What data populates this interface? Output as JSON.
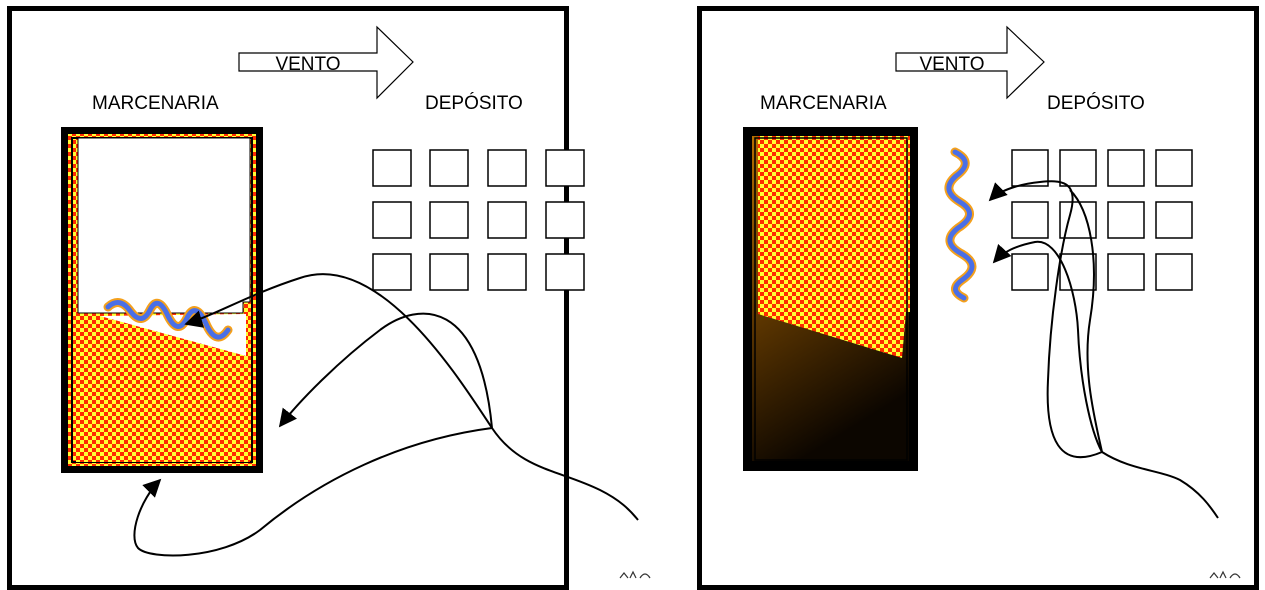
{
  "panels": [
    {
      "id": "left",
      "labels": {
        "wind": "VENTO",
        "workshop": "MARCENARIA",
        "depot": "DEPÓSITO"
      }
    },
    {
      "id": "right",
      "labels": {
        "wind": "VENTO",
        "workshop": "MARCENARIA",
        "depot": "DEPÓSITO"
      }
    }
  ],
  "colors": {
    "fire_red": "#ff2a00",
    "fire_yellow": "#ffff33",
    "flame_blue": "#4a6fe6",
    "flame_orange": "#f4a01c",
    "ember_brown": "#7a4a00"
  },
  "depot_grid": {
    "rows": 3,
    "cols": 4
  }
}
